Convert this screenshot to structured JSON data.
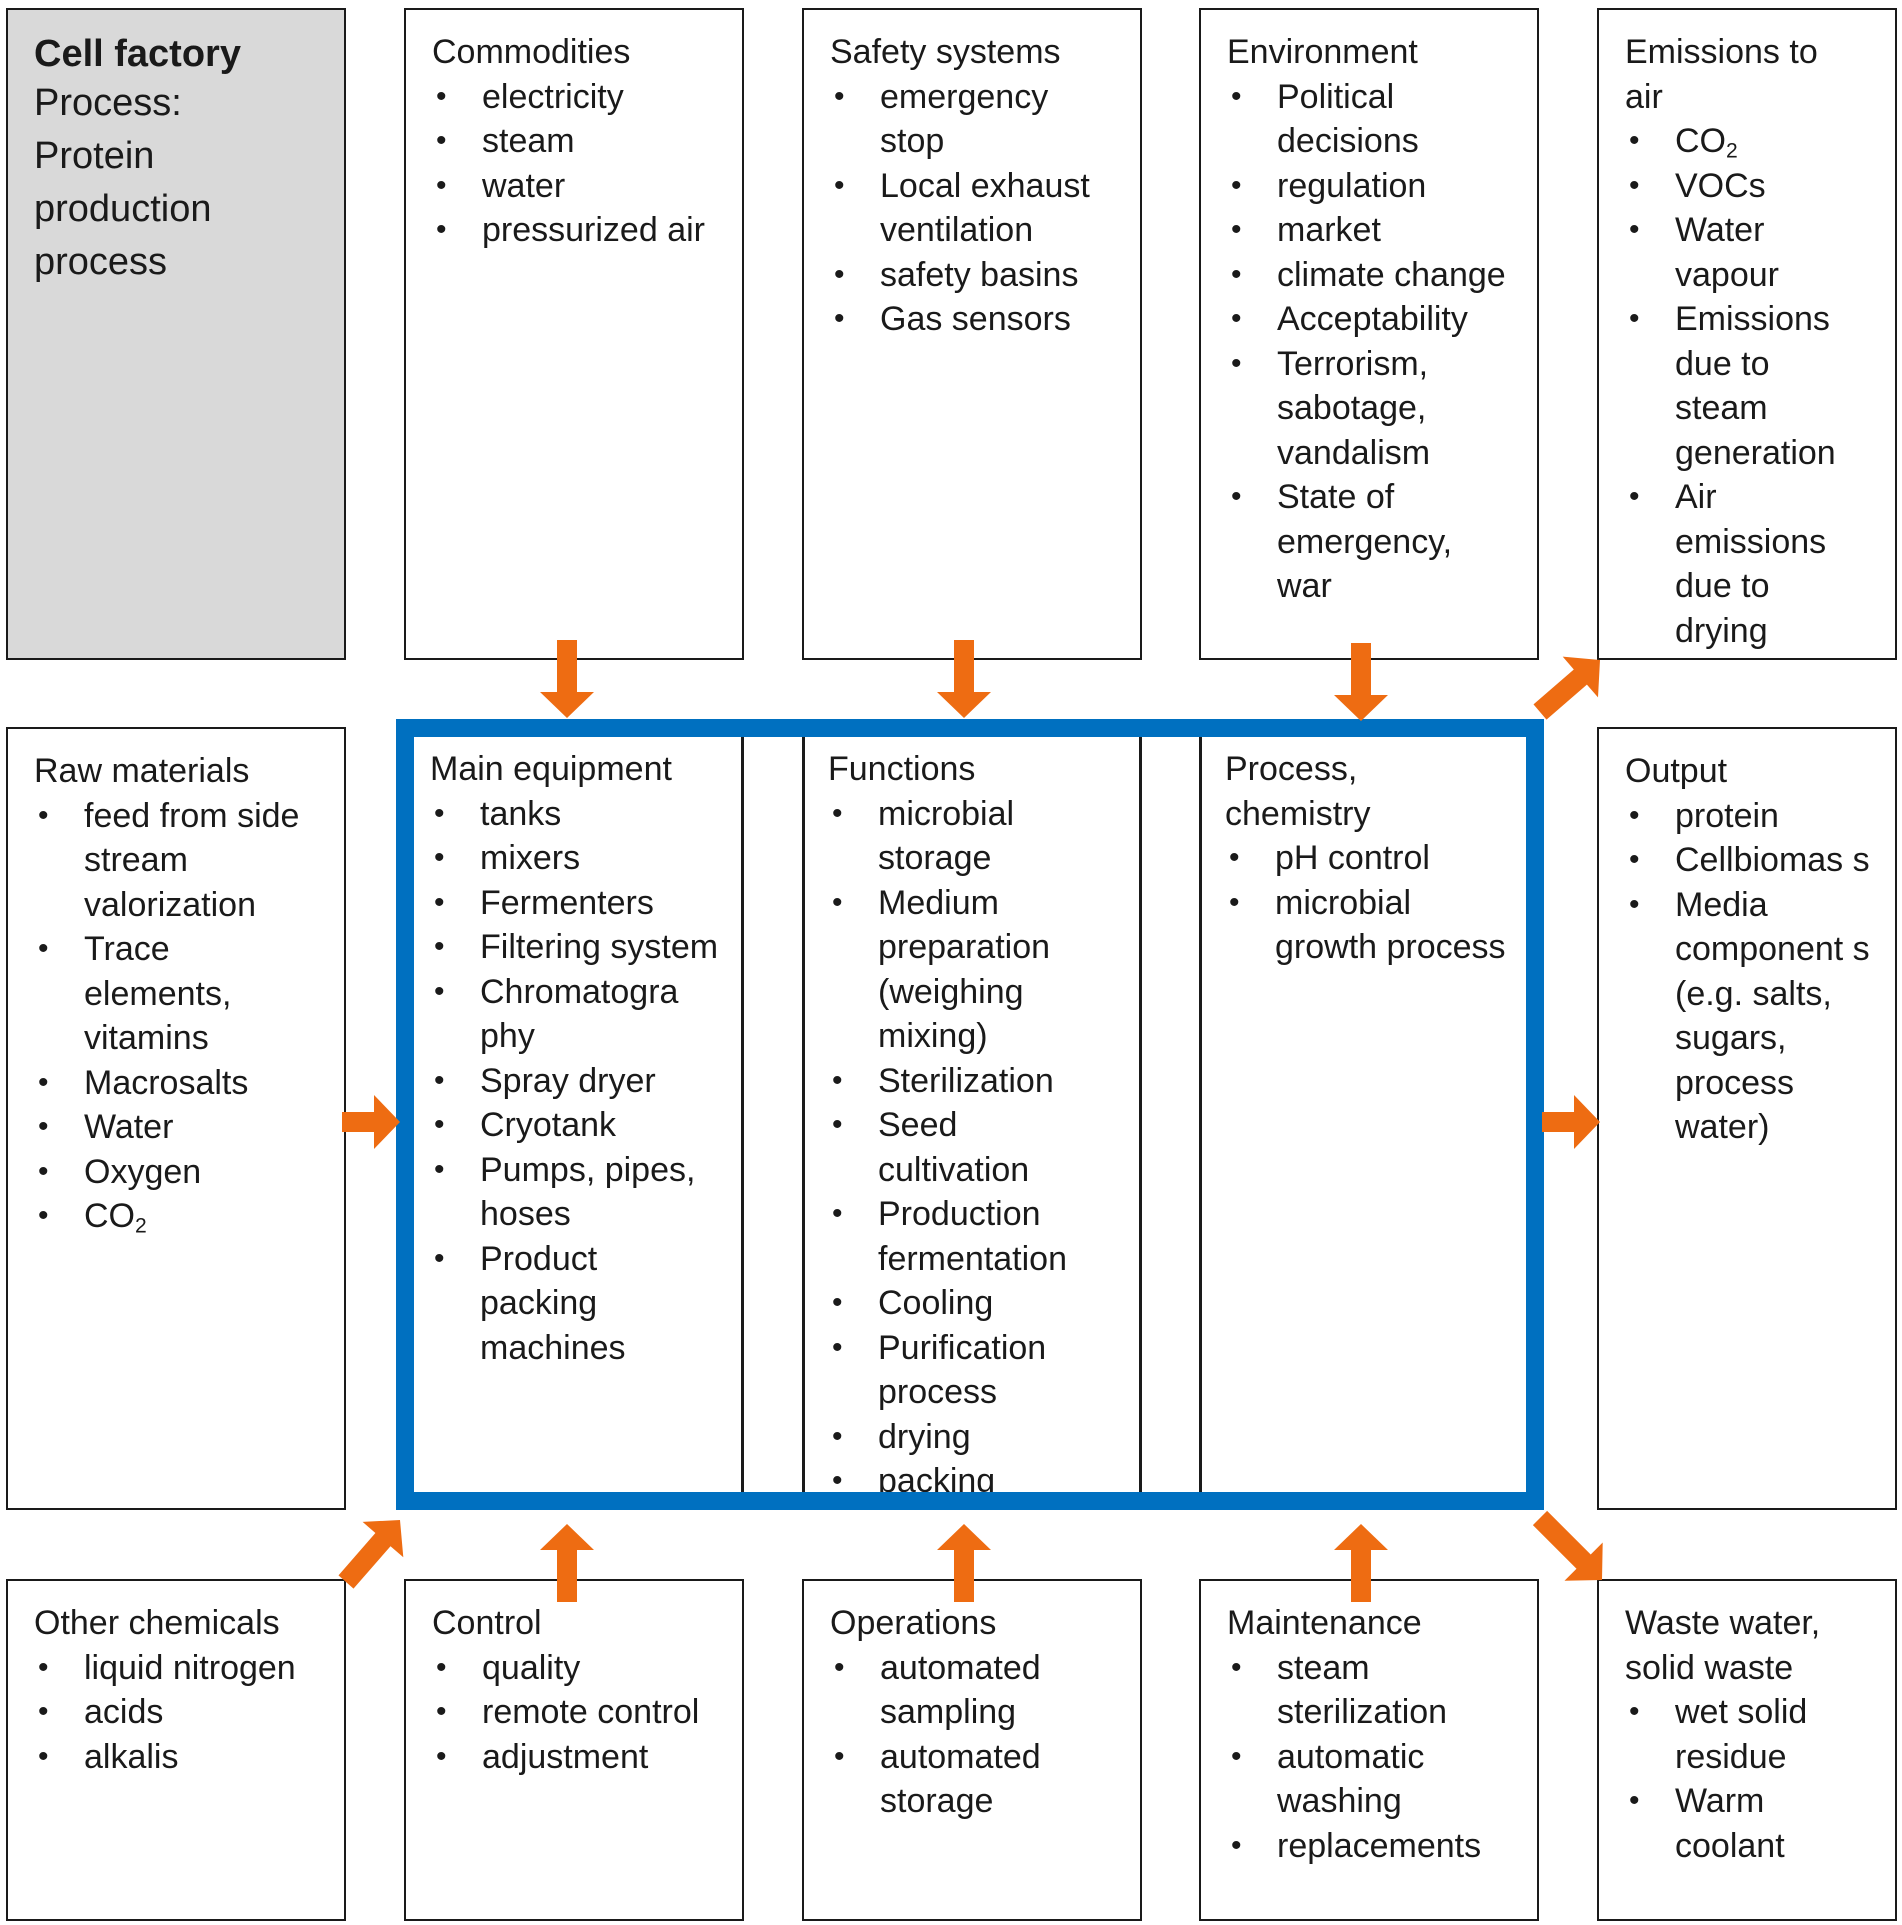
{
  "colors": {
    "frame": "#0070c0",
    "arrow": "#ee6c12",
    "title_fill": "#d9d9d9",
    "border": "#1a1a1a"
  },
  "icons": {
    "arrow": "orange-block-arrow"
  },
  "title_box": {
    "title": "Cell factory",
    "subtitle_lines": [
      "Process:",
      "Protein",
      "production",
      "process"
    ]
  },
  "boxes": {
    "commodities": {
      "title": [
        "Commodities"
      ],
      "items": [
        "electricity",
        "steam",
        "water",
        "pressurized air"
      ]
    },
    "safety": {
      "title": [
        "Safety systems"
      ],
      "items": [
        "emergency stop",
        "Local exhaust ventilation",
        "safety basins",
        "Gas sensors"
      ]
    },
    "environment": {
      "title": [
        "Environment"
      ],
      "items": [
        "Political decisions",
        "regulation",
        "market",
        "climate change",
        "Acceptability",
        "Terrorism, sabotage, vandalism",
        "State of emergency, war"
      ]
    },
    "emissions": {
      "title": [
        "Emissions to",
        "air"
      ],
      "items": [
        "CO|2",
        "VOCs",
        "Water vapour",
        "Emissions due to steam generation",
        "Air emissions due to drying"
      ]
    },
    "raw": {
      "title": [
        "Raw materials"
      ],
      "items": [
        "feed from side stream valorization",
        "Trace elements, vitamins",
        "Macrosalts",
        "Water",
        "Oxygen",
        "CO|2"
      ]
    },
    "main_equipment": {
      "title": [
        "Main equipment"
      ],
      "items": [
        "tanks",
        "mixers",
        "Fermenters",
        "Filtering system",
        "Chromatogra phy",
        "Spray dryer",
        "Cryotank",
        "Pumps, pipes, hoses",
        "Product packing machines"
      ]
    },
    "functions": {
      "title": [
        "Functions"
      ],
      "items": [
        "microbial storage",
        "Medium preparation (weighing mixing)",
        "Sterilization",
        "Seed cultivation",
        "Production fermentation",
        "Cooling",
        "Purification process",
        "drying",
        "packing"
      ]
    },
    "process_chem": {
      "title": [
        "Process,",
        "chemistry"
      ],
      "items": [
        "pH control",
        "microbial growth process"
      ]
    },
    "output": {
      "title": [
        "Output"
      ],
      "items": [
        "protein",
        "Cellbiomas s",
        "Media component s (e.g. salts, sugars, process water)"
      ]
    },
    "other_chem": {
      "title": [
        "Other chemicals"
      ],
      "items": [
        "liquid nitrogen",
        "acids",
        "alkalis"
      ]
    },
    "control": {
      "title": [
        "Control"
      ],
      "items": [
        "quality",
        "remote control",
        "adjustment"
      ]
    },
    "operations": {
      "title": [
        "Operations"
      ],
      "items": [
        "automated sampling",
        "automated storage"
      ]
    },
    "maintenance": {
      "title": [
        "Maintenance"
      ],
      "items": [
        "steam sterilization",
        "automatic washing",
        "replacements"
      ]
    },
    "waste": {
      "title": [
        "Waste water,",
        "solid  waste"
      ],
      "items": [
        "wet solid residue",
        "Warm coolant"
      ]
    }
  }
}
